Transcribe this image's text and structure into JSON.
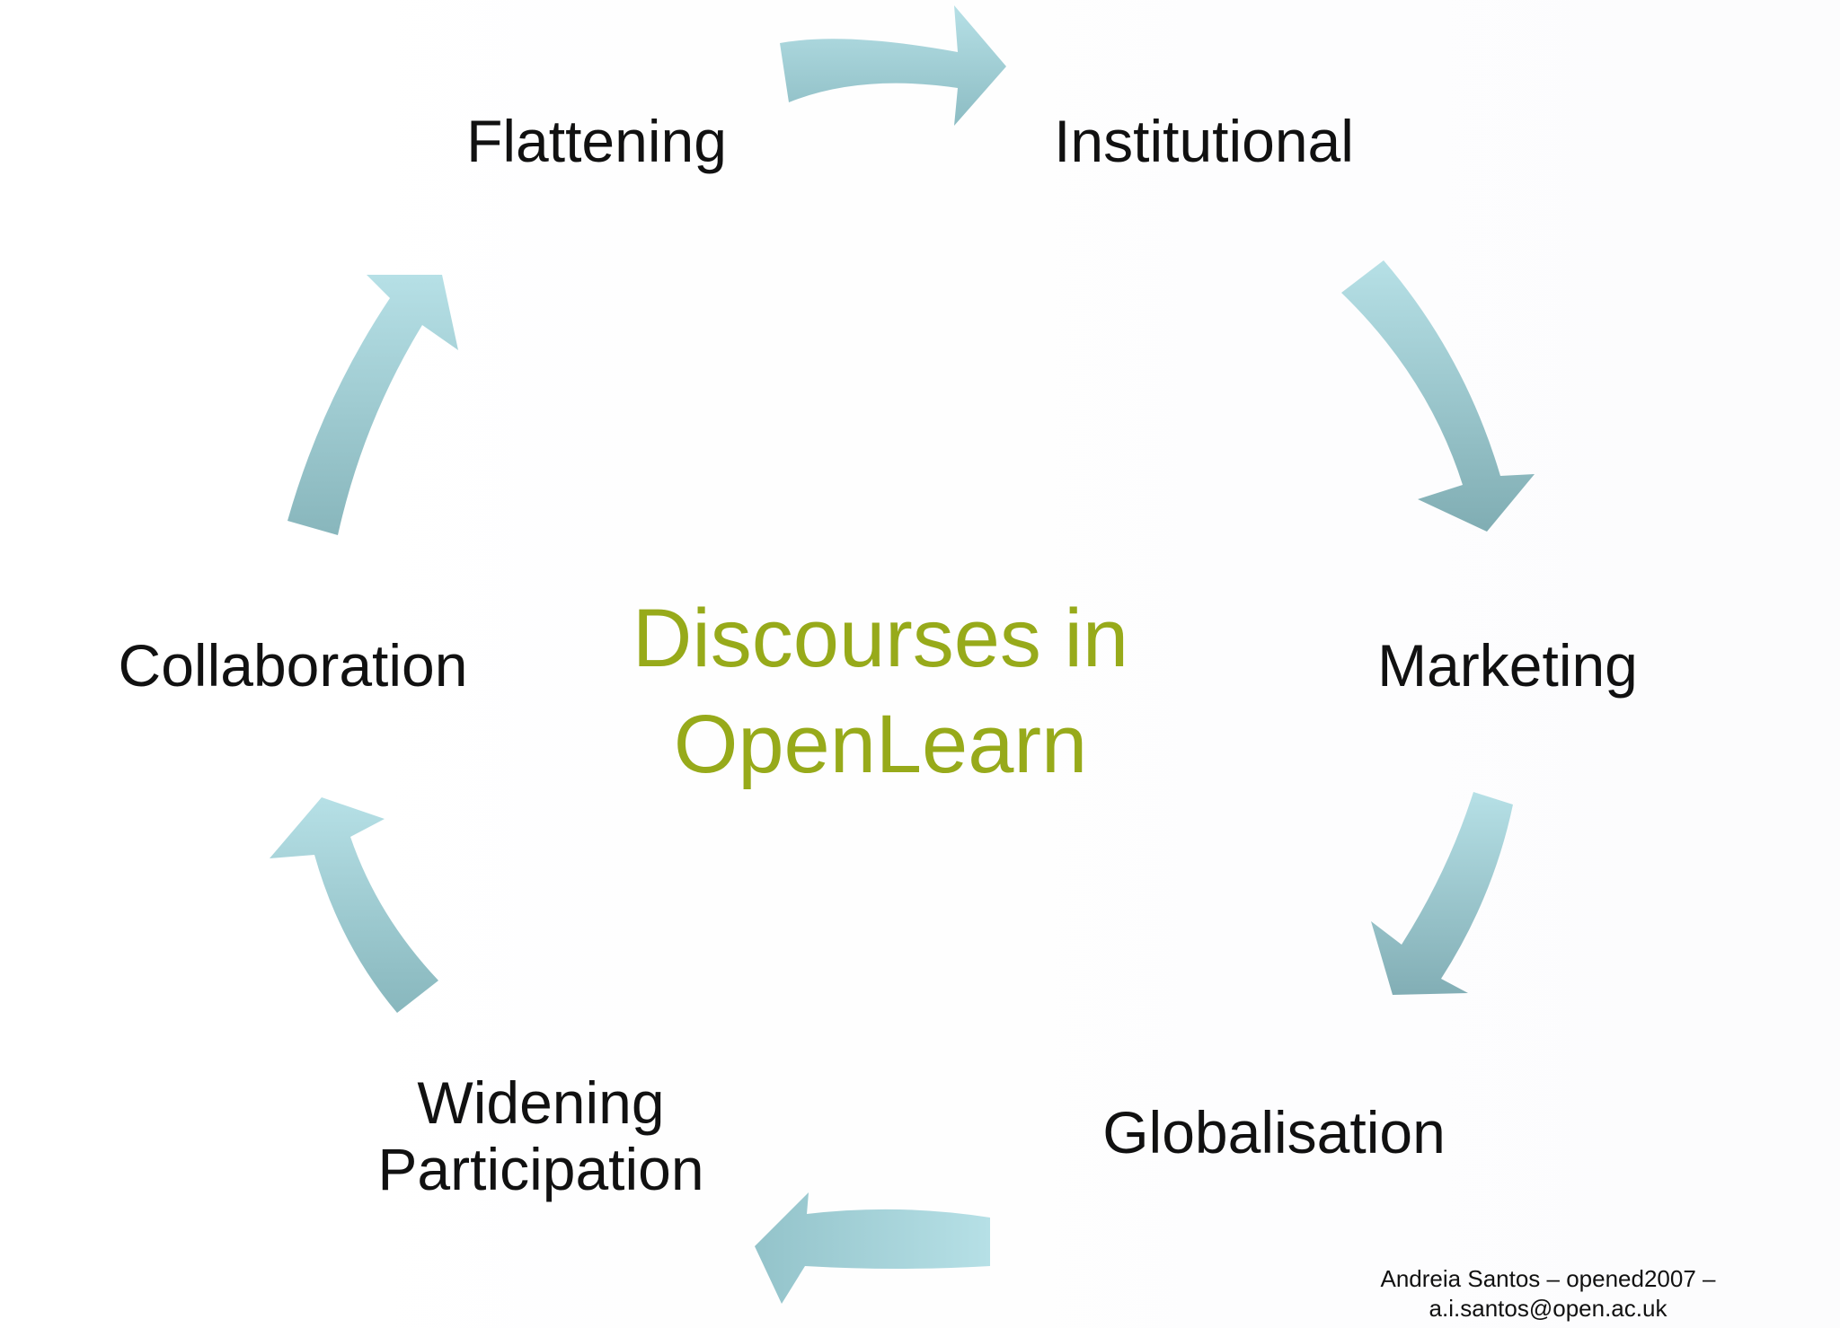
{
  "title": {
    "line1": "Discourses in",
    "line2": "OpenLearn"
  },
  "nodes": {
    "flattening": "Flattening",
    "institutional": "Institutional",
    "marketing": "Marketing",
    "globalisation": "Globalisation",
    "widening_line1": "Widening",
    "widening_line2": "Participation",
    "collaboration": "Collaboration"
  },
  "credit": {
    "line1": "Andreia Santos – opened2007 –",
    "line2": "a.i.santos@open.ac.uk"
  },
  "colors": {
    "title": "#97aa1a",
    "arrow_light": "#b3dde2",
    "arrow_dark": "#82afb5",
    "text": "#111111"
  }
}
